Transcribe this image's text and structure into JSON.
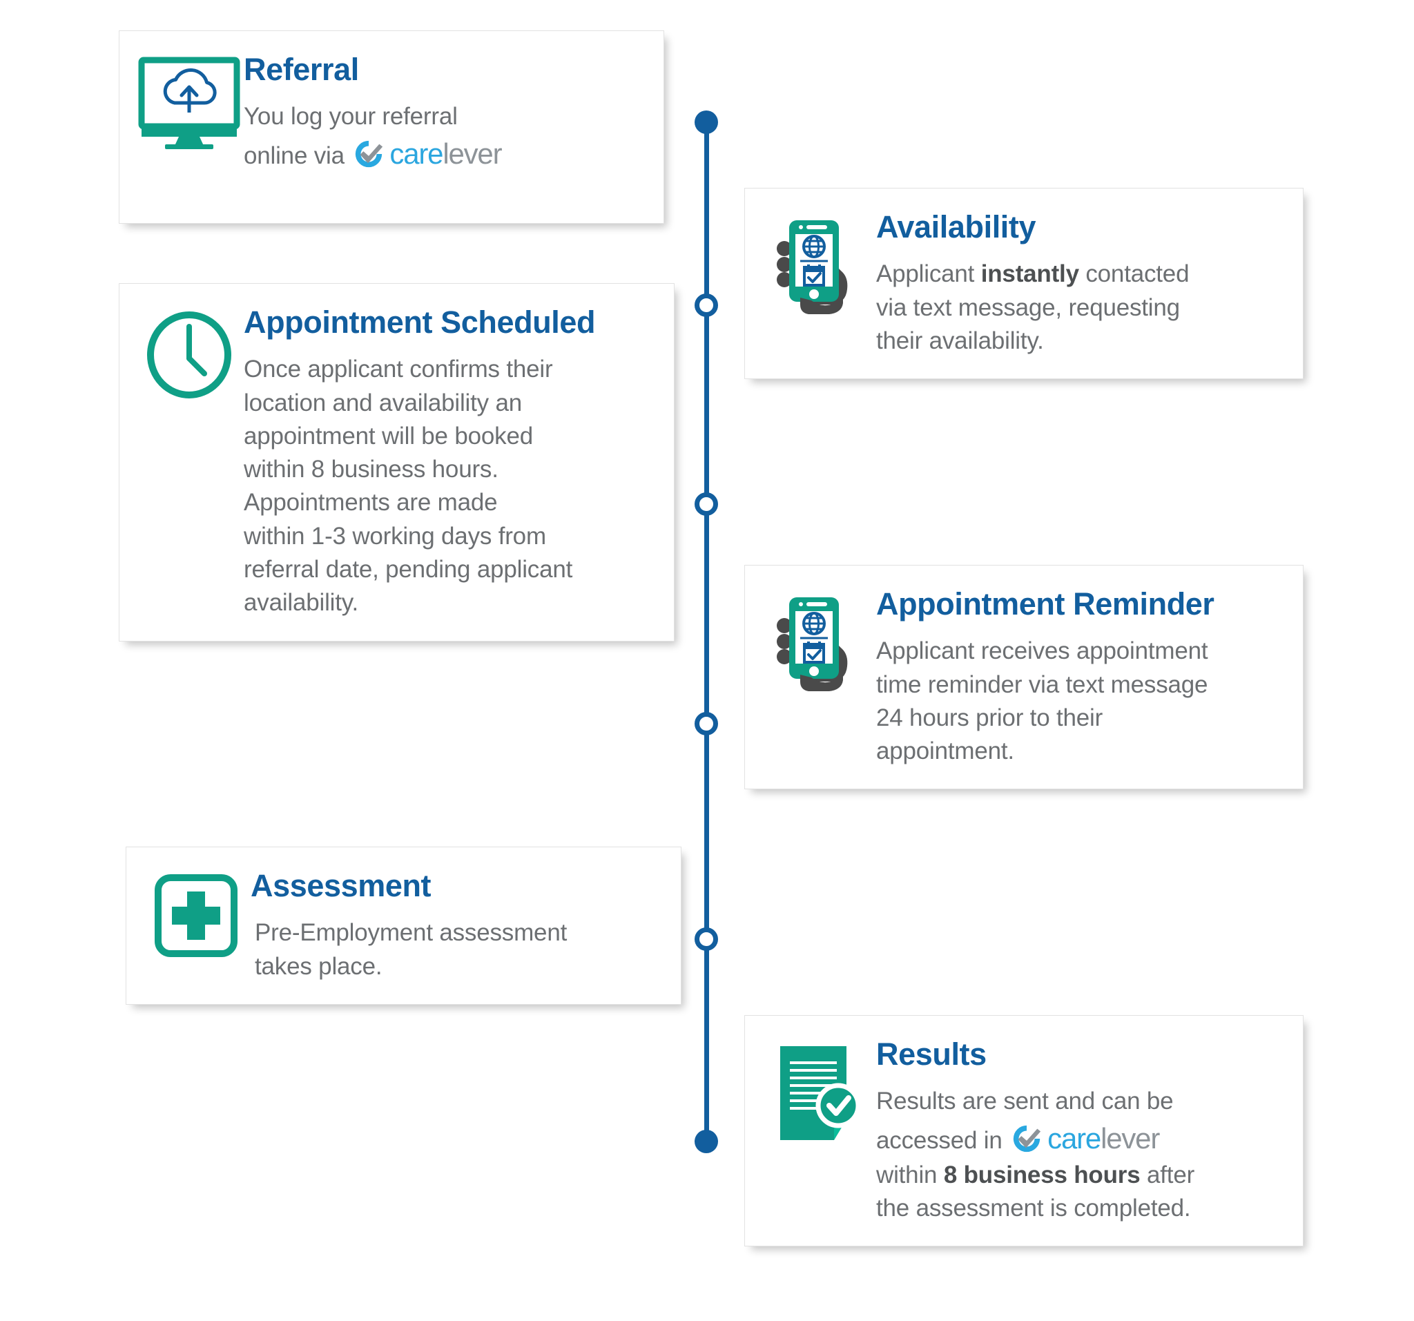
{
  "brand": {
    "logo_name": "carelever",
    "logo_part_1": "care",
    "logo_part_2": "lever",
    "accent_blue": "#125e9e",
    "accent_teal": "#0f9f86",
    "logo_blue": "#2ba6df",
    "logo_gray": "#8d9398",
    "body_gray": "#6c6f72"
  },
  "timeline": {
    "node_type_top": "filled-dot",
    "node_type_mid": "hollow-circle",
    "node_type_bottom": "filled-dot",
    "node_count": 6
  },
  "cards": {
    "referral": {
      "title": "Referral",
      "icon": "monitor-cloud-upload-icon",
      "line1": "You log your referral",
      "line2_before": "online via",
      "line2_logo": "carelever"
    },
    "appointment_scheduled": {
      "title_line1": "Appointment",
      "title_line2": "Scheduled",
      "icon": "clock-icon",
      "lines": [
        "Once applicant confirms their",
        "location and availability an",
        "appointment will be booked",
        "within 8 business hours.",
        "Appointments are made",
        "within 1-3 working days from",
        "referral date, pending applicant",
        "availability."
      ]
    },
    "assessment": {
      "title": "Assessment",
      "icon": "medical-cross-icon",
      "lines": [
        "Pre-Employment assessment",
        "takes place."
      ]
    },
    "availability": {
      "title": "Availability",
      "icon": "hand-holding-phone-icon",
      "line1_before": "Applicant ",
      "line1_bold": "instantly",
      "line1_after": " contacted",
      "line2": "via text message, requesting",
      "line3": "their availability."
    },
    "appointment_reminder": {
      "title_line1": "Appointment",
      "title_line2": "Reminder",
      "icon": "hand-holding-phone-icon",
      "lines": [
        "Applicant receives appointment",
        "time reminder via text message",
        "24 hours prior to their",
        "appointment."
      ]
    },
    "results": {
      "title": "Results",
      "icon": "document-check-icon",
      "line1": "Results are sent and can be",
      "line2_before": "accessed in",
      "line2_logo": "carelever",
      "line3_before": "within ",
      "line3_bold": "8 business hours",
      "line3_after": " after",
      "line4": "the assessment is completed."
    }
  }
}
